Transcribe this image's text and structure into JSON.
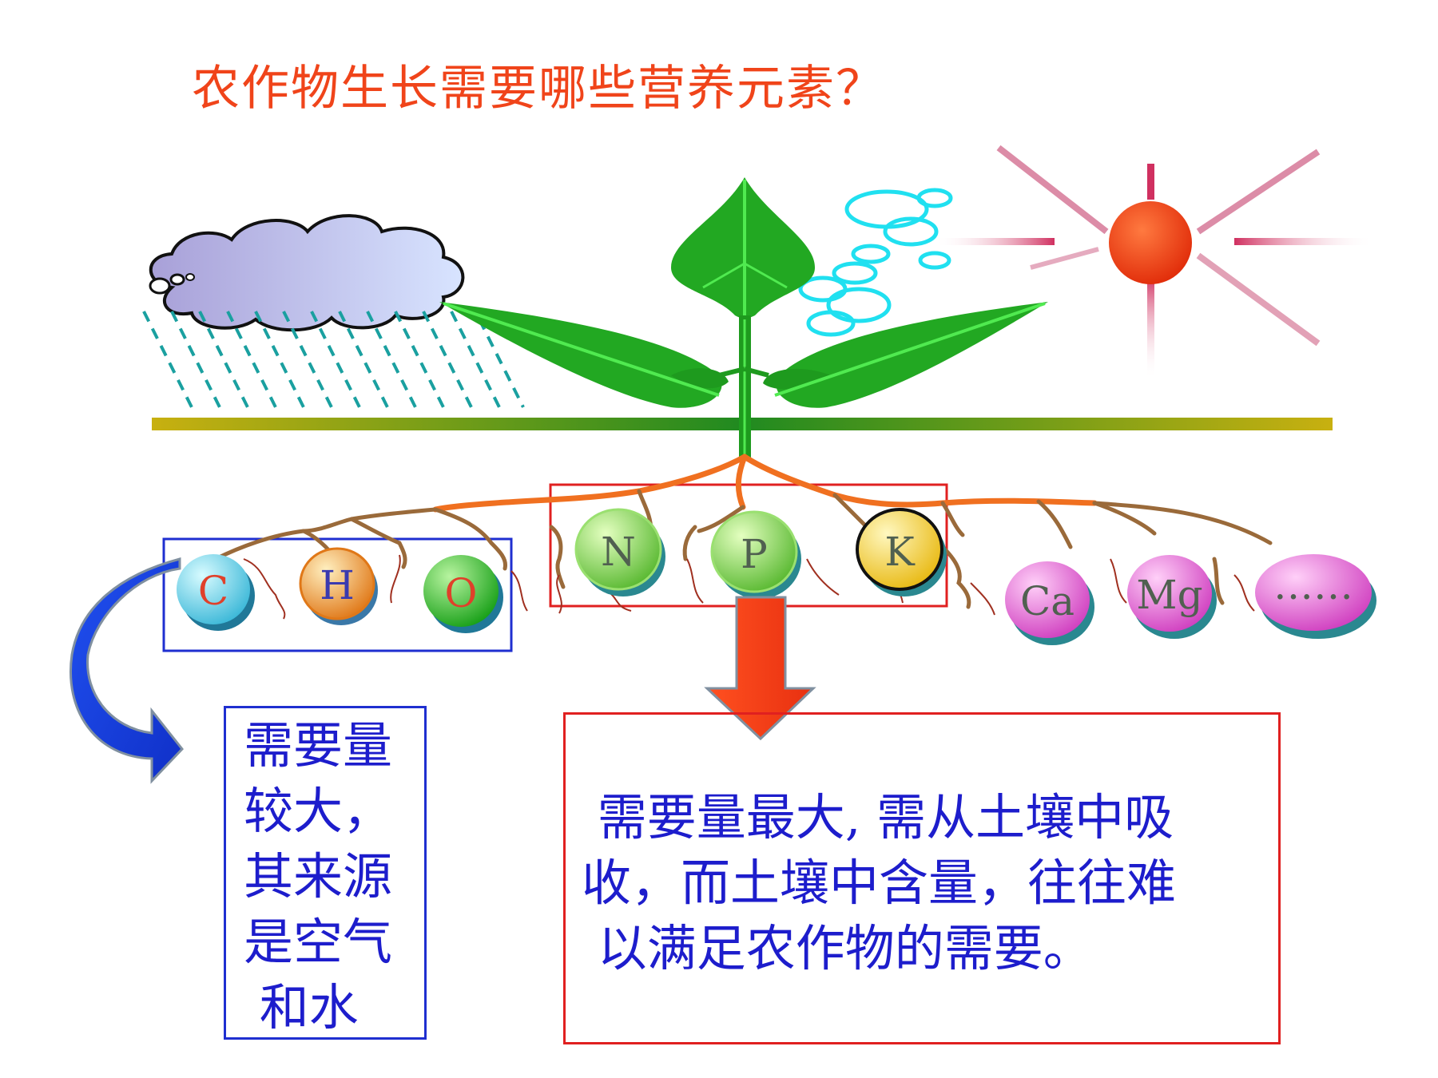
{
  "title": "农作物生长需要哪些营养元素？",
  "nodes": [
    {
      "symbol": "C",
      "fill": "#7fd8e8",
      "text_color": "#e0402a"
    },
    {
      "symbol": "H",
      "fill": "#f0a040",
      "text_color": "#3a3ab0"
    },
    {
      "symbol": "O",
      "fill": "#3cc040",
      "text_color": "#e0402a"
    },
    {
      "symbol": "N",
      "fill": "#8ad860",
      "text_color": "#506050"
    },
    {
      "symbol": "P",
      "fill": "#8ad860",
      "text_color": "#506050"
    },
    {
      "symbol": "K",
      "fill": "#f5d040",
      "text_color": "#506050"
    },
    {
      "symbol": "Ca",
      "fill": "#e060d0",
      "text_color": "#506050"
    },
    {
      "symbol": "Mg",
      "fill": "#e060d0",
      "text_color": "#506050"
    },
    {
      "symbol": "……",
      "fill": "#e060d0",
      "text_color": "#506050"
    }
  ],
  "left_box": {
    "lines": [
      "需要量",
      "较大，",
      "其来源",
      "是空气",
      " 和水"
    ]
  },
  "right_box": {
    "lines": [
      " 需要量最大, 需从土壤中吸",
      "收，而土壤中含量，往往难",
      " 以满足农作物的需要。"
    ]
  },
  "colors": {
    "title": "#f0441a",
    "blue_text": "#1d1dcc",
    "blue_frame": "#1f2fd0",
    "red_frame": "#e02020",
    "leaf": "#22a822",
    "root": "#f07020",
    "root_fine": "#9a6a3a",
    "sun": "#f04010",
    "cloud": "#c0c4f0",
    "rain": "#1aa0a0",
    "bubble": "#20e0f0"
  },
  "icons": [
    "cloud-icon",
    "rain-icon",
    "sun-icon",
    "bubbles-icon",
    "plant-icon",
    "curved-arrow-icon",
    "down-arrow-icon"
  ]
}
